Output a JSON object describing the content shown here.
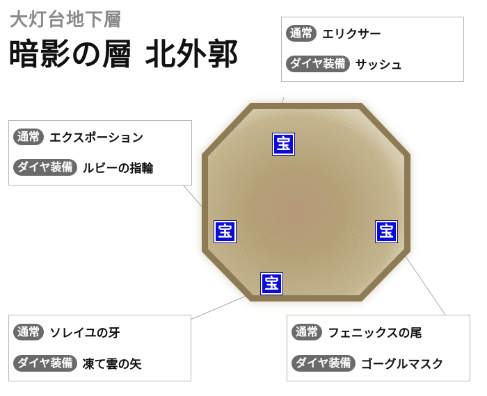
{
  "header": {
    "subtitle": "大灯台地下層",
    "title": "暗影の層 北外郭"
  },
  "labels": {
    "normal": "通常",
    "diamond": "ダイヤ装備",
    "treasure": "宝"
  },
  "boxes": {
    "top": {
      "normal_item": "エリクサー",
      "diamond_item": "サッシュ"
    },
    "left": {
      "normal_item": "エクスポーション",
      "diamond_item": "ルビーの指輪"
    },
    "bottom_left": {
      "normal_item": "ソレイユの牙",
      "diamond_item": "凍て雲の矢"
    },
    "bottom_right": {
      "normal_item": "フェニックスの尾",
      "diamond_item": "ゴーグルマスク"
    }
  },
  "colors": {
    "floor": "#c9b488",
    "wall": "#8c7b55",
    "treasure_bg": "#0a0ad6",
    "badge_bg": "#6a6a6a"
  }
}
